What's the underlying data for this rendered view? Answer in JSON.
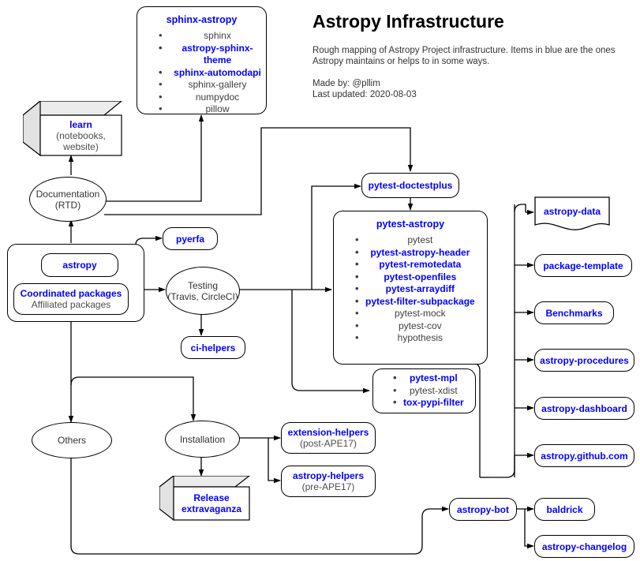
{
  "header": {
    "title": "Astropy Infrastructure",
    "description": "Rough mapping of Astropy Project infrastructure. Items in blue are the ones Astropy maintains or helps to in some ways.",
    "made_by": "Made by: @pllim",
    "last_updated": "Last updated: 2020-08-03"
  },
  "colors": {
    "maintained": "#0000ff",
    "plain_text": "#404040",
    "stroke": "#000000",
    "cube_shade": "#e8e8e8"
  },
  "legend": {
    "blue_means": "Items in blue are the ones Astropy maintains or helps to in some ways."
  },
  "nodes": {
    "sphinx_astropy": {
      "title": "sphinx-astropy",
      "items": [
        {
          "label": "sphinx",
          "maintained": false
        },
        {
          "label": "astropy-sphinx-theme",
          "maintained": true
        },
        {
          "label": "sphinx-automodapi",
          "maintained": true
        },
        {
          "label": "sphinx-gallery",
          "maintained": false
        },
        {
          "label": "numpydoc",
          "maintained": false
        },
        {
          "label": "pillow",
          "maintained": false
        }
      ]
    },
    "learn": {
      "title": "learn",
      "sub1": "(notebooks,",
      "sub2": "website)"
    },
    "documentation": {
      "line1": "Documentation",
      "line2": "(RTD)"
    },
    "astropy": {
      "label": "astropy"
    },
    "coordinated": {
      "line1": "Coordinated packages",
      "line2": "Affiliated packages"
    },
    "pyerfa": {
      "label": "pyerfa"
    },
    "testing": {
      "line1": "Testing",
      "line2": "(Travis, CircleCI)"
    },
    "ci_helpers": {
      "label": "ci-helpers"
    },
    "pytest_doctestplus": {
      "label": "pytest-doctestplus"
    },
    "pytest_astropy": {
      "title": "pytest-astropy",
      "items": [
        {
          "label": "pytest",
          "maintained": false
        },
        {
          "label": "pytest-astropy-header",
          "maintained": true
        },
        {
          "label": "pytest-remotedata",
          "maintained": true
        },
        {
          "label": "pytest-openfiles",
          "maintained": true
        },
        {
          "label": "pytest-arraydiff",
          "maintained": true
        },
        {
          "label": "pytest-filter-subpackage",
          "maintained": true
        },
        {
          "label": "pytest-mock",
          "maintained": false
        },
        {
          "label": "pytest-cov",
          "maintained": false
        },
        {
          "label": "hypothesis",
          "maintained": false
        }
      ]
    },
    "pytest_extras": {
      "items": [
        {
          "label": "pytest-mpl",
          "maintained": true
        },
        {
          "label": "pytest-xdist",
          "maintained": false
        },
        {
          "label": "tox-pypi-filter",
          "maintained": true
        }
      ]
    },
    "astropy_data": {
      "label": "astropy-data"
    },
    "package_template": {
      "label": "package-template"
    },
    "benchmarks": {
      "label": "Benchmarks"
    },
    "astropy_procedures": {
      "label": "astropy-procedures"
    },
    "astropy_dashboard": {
      "label": "astropy-dashboard"
    },
    "astropy_github": {
      "label": "astropy.github.com"
    },
    "others": {
      "label": "Others"
    },
    "installation": {
      "label": "Installation"
    },
    "release": {
      "line1": "Release",
      "line2": "extravaganza"
    },
    "extension_helpers": {
      "label": "extension-helpers",
      "sub": "(post-APE17)"
    },
    "astropy_helpers": {
      "label": "astropy-helpers",
      "sub": "(pre-APE17)"
    },
    "astropy_bot": {
      "label": "astropy-bot"
    },
    "baldrick": {
      "label": "baldrick"
    },
    "astropy_changelog": {
      "label": "astropy-changelog"
    }
  }
}
